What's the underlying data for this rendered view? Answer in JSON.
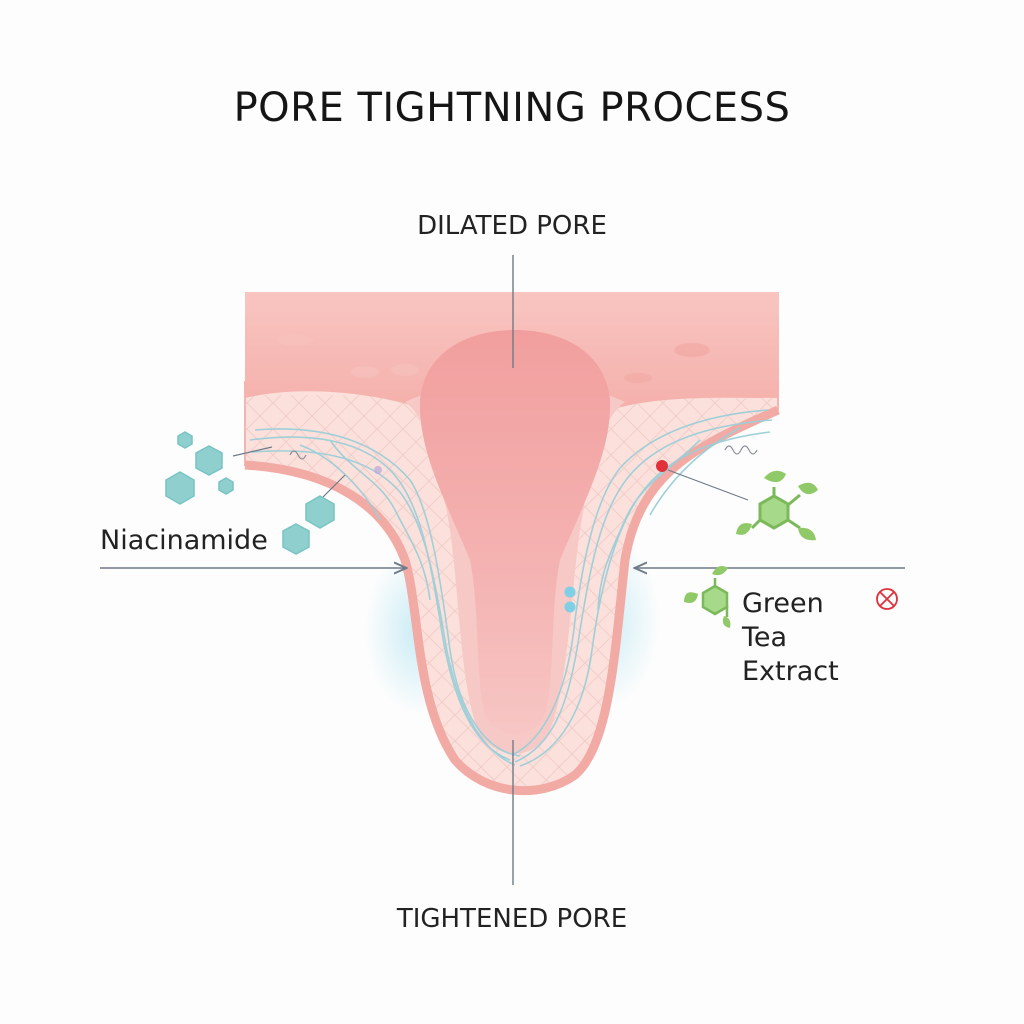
{
  "title": "PORE TIGHTNING PROCESS",
  "labels": {
    "top": "DILATED PORE",
    "bottom": "TIGHTENED PORE",
    "left": "Niacinamide",
    "right": "Green Tea Extract"
  },
  "colors": {
    "skin_surface": "#f7b9b4",
    "pore_fill": "#f3a7a6",
    "dermis": "#f9d4d0",
    "fibers": "#9ccfd8",
    "niacinamide": "#8fd0cf",
    "green_tea": "#8fc968",
    "arrow": "#7a8592",
    "red_dot": "#e0303a"
  },
  "icons": {
    "niacinamide": "hexagon-molecule-icon",
    "green_tea": "leaf-molecule-icon",
    "right_marker": "x-circle-icon"
  }
}
